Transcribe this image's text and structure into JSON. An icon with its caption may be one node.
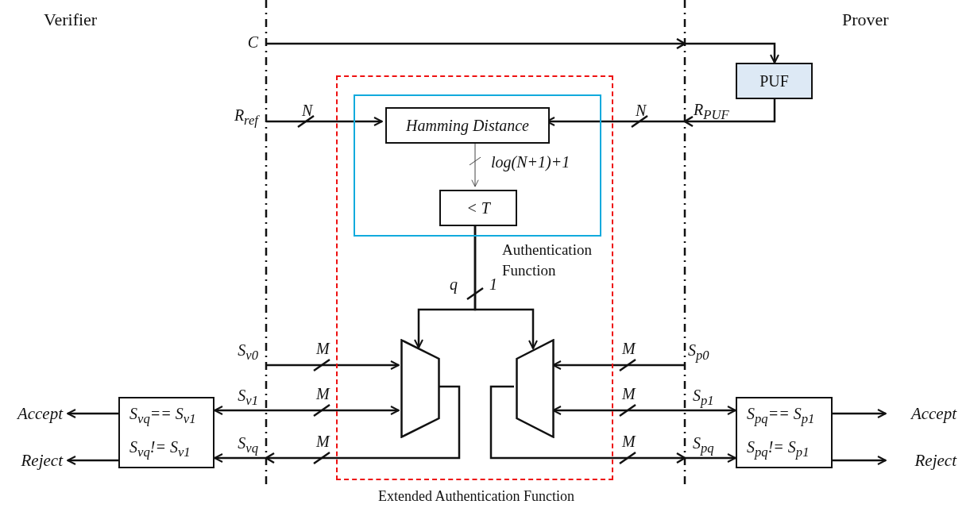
{
  "diagram": {
    "nodes": [
      {
        "text": [
          "Extended Authentication Function"
        ]
      },
      {
        "text": [
          "Authentication Function"
        ],
        "in": 0
      },
      {
        "text": [
          "Hamming Distance"
        ],
        "in": 1
      },
      {
        "text": [
          "< T"
        ],
        "in": 1
      },
      {
        "text": [],
        "shape": "trapezoid",
        "in": 0
      },
      {
        "text": [],
        "shape": "trapezoid",
        "in": 0
      },
      {
        "text": [
          "PUF"
        ]
      },
      {
        "text": [
          "S$_{vq}$== S$_{v1}$",
          "S$_{vq}$!= S$_{v1}$"
        ]
      },
      {
        "text": [
          "S$_{pq}$== S$_{p1}$",
          "S$_{pq}$!= S$_{p1}$"
        ]
      },
      {
        "text": [
          "Accept"
        ]
      },
      {
        "text": [
          "Reject"
        ]
      },
      {
        "text": [
          "Accept"
        ]
      },
      {
        "text": [
          "Reject"
        ]
      }
    ],
    "edges": [
      {
        "from": null,
        "to": 6,
        "arrow": "to",
        "label": "C"
      },
      {
        "from": null,
        "to": 2,
        "arrow": "to",
        "label": "R$_{ref}$"
      },
      {
        "from": 6,
        "to": 2,
        "arrow": "to",
        "label": "R$_{PUF}$"
      },
      {
        "from": 2,
        "to": 3,
        "arrow": "to",
        "label": "log(N+1)+1"
      },
      {
        "from": 3,
        "to": 4,
        "arrow": "to"
      },
      {
        "from": 3,
        "to": 5,
        "arrow": "to"
      },
      {
        "from": null,
        "to": 4,
        "arrow": "to",
        "label": "S$_{v0}$"
      },
      {
        "from": 7,
        "to": 4,
        "arrow": "both",
        "label": "S$_{v1}$"
      },
      {
        "from": 4,
        "to": 7,
        "arrow": "to",
        "label": "S$_{vq}$"
      },
      {
        "from": null,
        "to": 5,
        "arrow": "to",
        "label": "S$_{p0}$"
      },
      {
        "from": 5,
        "to": 8,
        "arrow": "both",
        "label": "S$_{p1}$"
      },
      {
        "from": 5,
        "to": 8,
        "arrow": "to",
        "label": "S$_{pq}$"
      },
      {
        "from": 7,
        "to": 9,
        "arrow": "to"
      },
      {
        "from": 7,
        "to": 10,
        "arrow": "to"
      },
      {
        "from": 8,
        "to": 11,
        "arrow": "to"
      },
      {
        "from": 8,
        "to": 12,
        "arrow": "to"
      }
    ],
    "labels": [
      "Verifier",
      "Prover",
      "N",
      "N",
      "q",
      "1",
      "M",
      "M",
      "M",
      "M",
      "M",
      "M"
    ]
  }
}
